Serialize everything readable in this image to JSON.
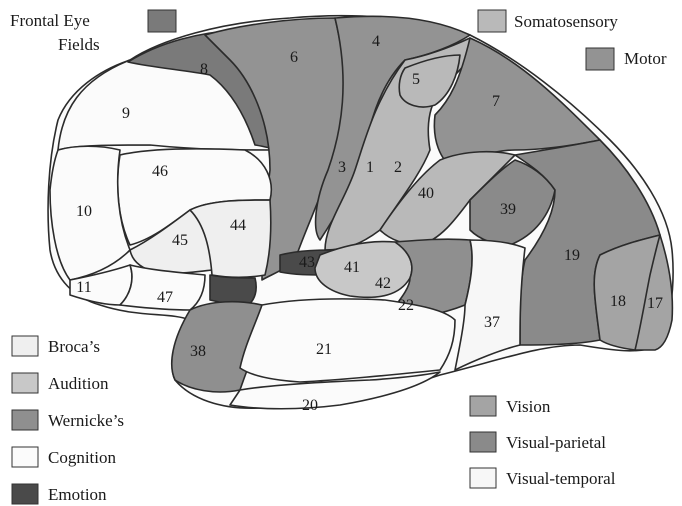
{
  "colors": {
    "broca": "#efefef",
    "audition": "#c8c8c8",
    "wernicke": "#8f8f8f",
    "cognition": "#fbfbfb",
    "emotion": "#4a4a4a",
    "vision": "#a4a4a4",
    "visual_parietal": "#8a8a8a",
    "visual_temporal": "#f7f7f7",
    "somatosensory": "#b9b9b9",
    "motor": "#939393",
    "frontal_eye_fields": "#7a7a7a",
    "outline": "#2b2b2b"
  },
  "top_labels": {
    "frontal_eye_fields_line1": "Frontal Eye",
    "frontal_eye_fields_line2": "Fields",
    "somatosensory": "Somatosensory",
    "motor": "Motor"
  },
  "legend_left": [
    {
      "label": "Broca’s",
      "color_key": "broca"
    },
    {
      "label": "Audition",
      "color_key": "audition"
    },
    {
      "label": "Wernicke’s",
      "color_key": "wernicke"
    },
    {
      "label": "Cognition",
      "color_key": "cognition"
    },
    {
      "label": "Emotion",
      "color_key": "emotion"
    }
  ],
  "legend_right": [
    {
      "label": "Vision",
      "color_key": "vision"
    },
    {
      "label": "Visual-parietal",
      "color_key": "visual_parietal"
    },
    {
      "label": "Visual-temporal",
      "color_key": "visual_temporal"
    }
  ],
  "areas": {
    "a4": "4",
    "a6": "6",
    "a8": "8",
    "a5": "5",
    "a7": "7",
    "a9": "9",
    "a3": "3",
    "a1": "1",
    "a2": "2",
    "a46": "46",
    "a40": "40",
    "a10": "10",
    "a39": "39",
    "a44": "44",
    "a45": "45",
    "a43": "43",
    "a41": "41",
    "a19": "19",
    "a42": "42",
    "a11": "11",
    "a47": "47",
    "a22": "22",
    "a18": "18",
    "a17": "17",
    "a37": "37",
    "a38": "38",
    "a21": "21",
    "a20": "20"
  }
}
